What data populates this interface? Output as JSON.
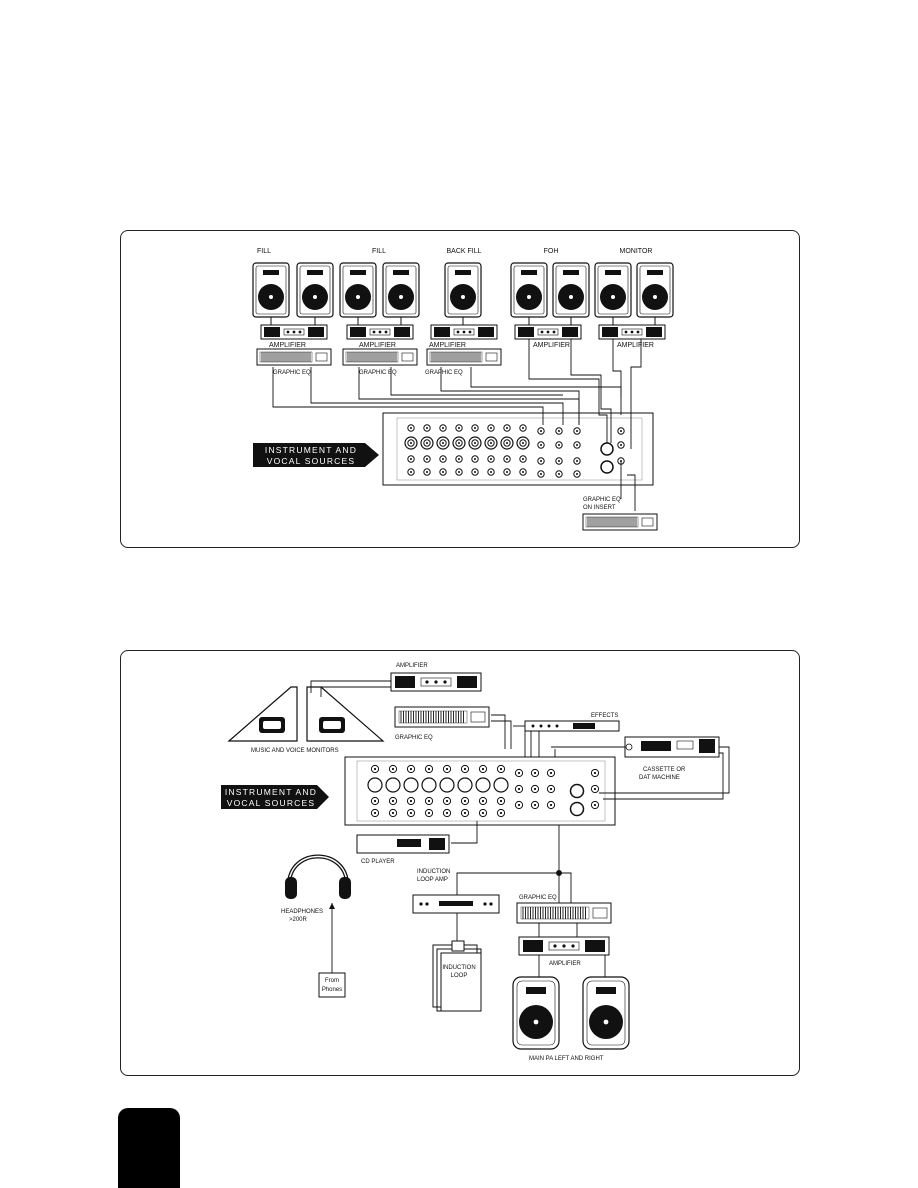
{
  "diagram1": {
    "zones": [
      "FILL",
      "FILL",
      "BACK FILL",
      "FOH",
      "MONITOR"
    ],
    "amp_label": "AMPLIFIER",
    "eq_label": "GRAPHIC EQ",
    "sources_line1": "INSTRUMENT AND",
    "sources_line2": "VOCAL SOURCES",
    "insert_line1": "GRAPHIC EQ",
    "insert_line2": "ON INSERT"
  },
  "diagram2": {
    "amplifier": "AMPLIFIER",
    "effects": "EFFECTS",
    "graphic_eq": "GRAPHIC EQ",
    "monitors": "MUSIC AND VOICE MONITORS",
    "cassette_line1": "CASSETTE OR",
    "cassette_line2": "DAT MACHINE",
    "sources_line1": "INSTRUMENT AND",
    "sources_line2": "VOCAL SOURCES",
    "cd_player": "CD PLAYER",
    "induction_amp_line1": "INDUCTION",
    "induction_amp_line2": "LOOP AMP",
    "headphones_line1": "HEADPHONES",
    "headphones_line2": ">200R",
    "from_line1": "From",
    "from_line2": "Phones",
    "induction_loop_line1": "INDUCTION",
    "induction_loop_line2": "LOOP",
    "graphic_eq_2": "GRAPHIC EQ",
    "amplifier_2": "AMPLIFIER",
    "main_pa": "MAIN PA LEFT AND RIGHT"
  }
}
